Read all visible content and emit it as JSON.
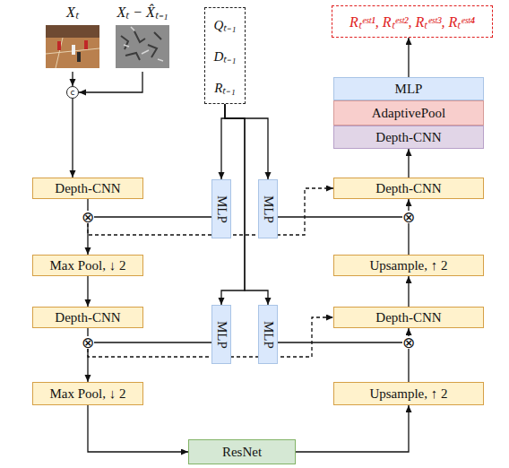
{
  "diagram": {
    "nodes": [
      {
        "text": [
          "Xₜ"
        ]
      },
      {
        "text": [
          "Xₜ − X̂ₜ₋₁"
        ]
      },
      {
        "text": [
          "Qₜ₋₁",
          "Dₜ₋₁",
          "Rₜ₋₁"
        ]
      },
      {
        "text": [
          "Rₜᵉˢᵗ¹, Rₜᵉˢᵗ², Rₜᵉˢᵗ³, Rₜᵉˢᵗ⁴"
        ]
      },
      {
        "text": [
          "c"
        ]
      },
      {
        "text": [
          "MLP"
        ]
      },
      {
        "text": [
          "AdaptivePool"
        ]
      },
      {
        "text": [
          "Depth-CNN"
        ]
      },
      {
        "text": [
          "Depth-CNN"
        ]
      },
      {
        "text": [
          "Depth-CNN"
        ]
      },
      {
        "text": [
          "⊗"
        ]
      },
      {
        "text": [
          "MLP"
        ]
      },
      {
        "text": [
          "MLP"
        ]
      },
      {
        "text": [
          "⊗"
        ]
      },
      {
        "text": [
          "Max Pool, ↓ 2"
        ]
      },
      {
        "text": [
          "Upsample, ↑ 2"
        ]
      },
      {
        "text": [
          "Depth-CNN"
        ]
      },
      {
        "text": [
          "MLP"
        ]
      },
      {
        "text": [
          "MLP"
        ]
      },
      {
        "text": [
          "Depth-CNN"
        ]
      },
      {
        "text": [
          "⊗"
        ]
      },
      {
        "text": [
          "⊗"
        ]
      },
      {
        "text": [
          "Max Pool, ↓ 2"
        ]
      },
      {
        "text": [
          "Upsample, ↑ 2"
        ]
      },
      {
        "text": [
          "ResNet"
        ]
      }
    ],
    "edges": [
      {
        "from": 0,
        "to": 4,
        "arrow": "to"
      },
      {
        "from": 1,
        "to": 4,
        "arrow": "to"
      },
      {
        "from": 4,
        "to": 8,
        "arrow": "to"
      },
      {
        "from": 8,
        "to": 10,
        "arrow": "none"
      },
      {
        "from": 10,
        "to": 14,
        "arrow": "to"
      },
      {
        "from": 14,
        "to": 16,
        "arrow": "to"
      },
      {
        "from": 16,
        "to": 20,
        "arrow": "none"
      },
      {
        "from": 20,
        "to": 22,
        "arrow": "to"
      },
      {
        "from": 22,
        "to": 24,
        "arrow": "to"
      },
      {
        "from": 24,
        "to": 23,
        "arrow": "to"
      },
      {
        "from": 23,
        "to": 21,
        "arrow": "none"
      },
      {
        "from": 21,
        "to": 19,
        "arrow": "to"
      },
      {
        "from": 19,
        "to": 15,
        "arrow": "to"
      },
      {
        "from": 15,
        "to": 13,
        "arrow": "none"
      },
      {
        "from": 13,
        "to": 9,
        "arrow": "to"
      },
      {
        "from": 9,
        "to": 7,
        "arrow": "to"
      },
      {
        "from": 5,
        "to": 3,
        "arrow": "to"
      },
      {
        "from": 2,
        "to": 11,
        "arrow": "to"
      },
      {
        "from": 2,
        "to": 12,
        "arrow": "to"
      },
      {
        "from": 2,
        "to": 17,
        "arrow": "to"
      },
      {
        "from": 2,
        "to": 18,
        "arrow": "to"
      },
      {
        "from": 11,
        "to": 10,
        "arrow": "none"
      },
      {
        "from": 12,
        "to": 13,
        "arrow": "none"
      },
      {
        "from": 17,
        "to": 20,
        "arrow": "none"
      },
      {
        "from": 18,
        "to": 21,
        "arrow": "none"
      },
      {
        "from": 10,
        "to": 9,
        "arrow": "to"
      },
      {
        "from": 20,
        "to": 19,
        "arrow": "to"
      }
    ]
  }
}
